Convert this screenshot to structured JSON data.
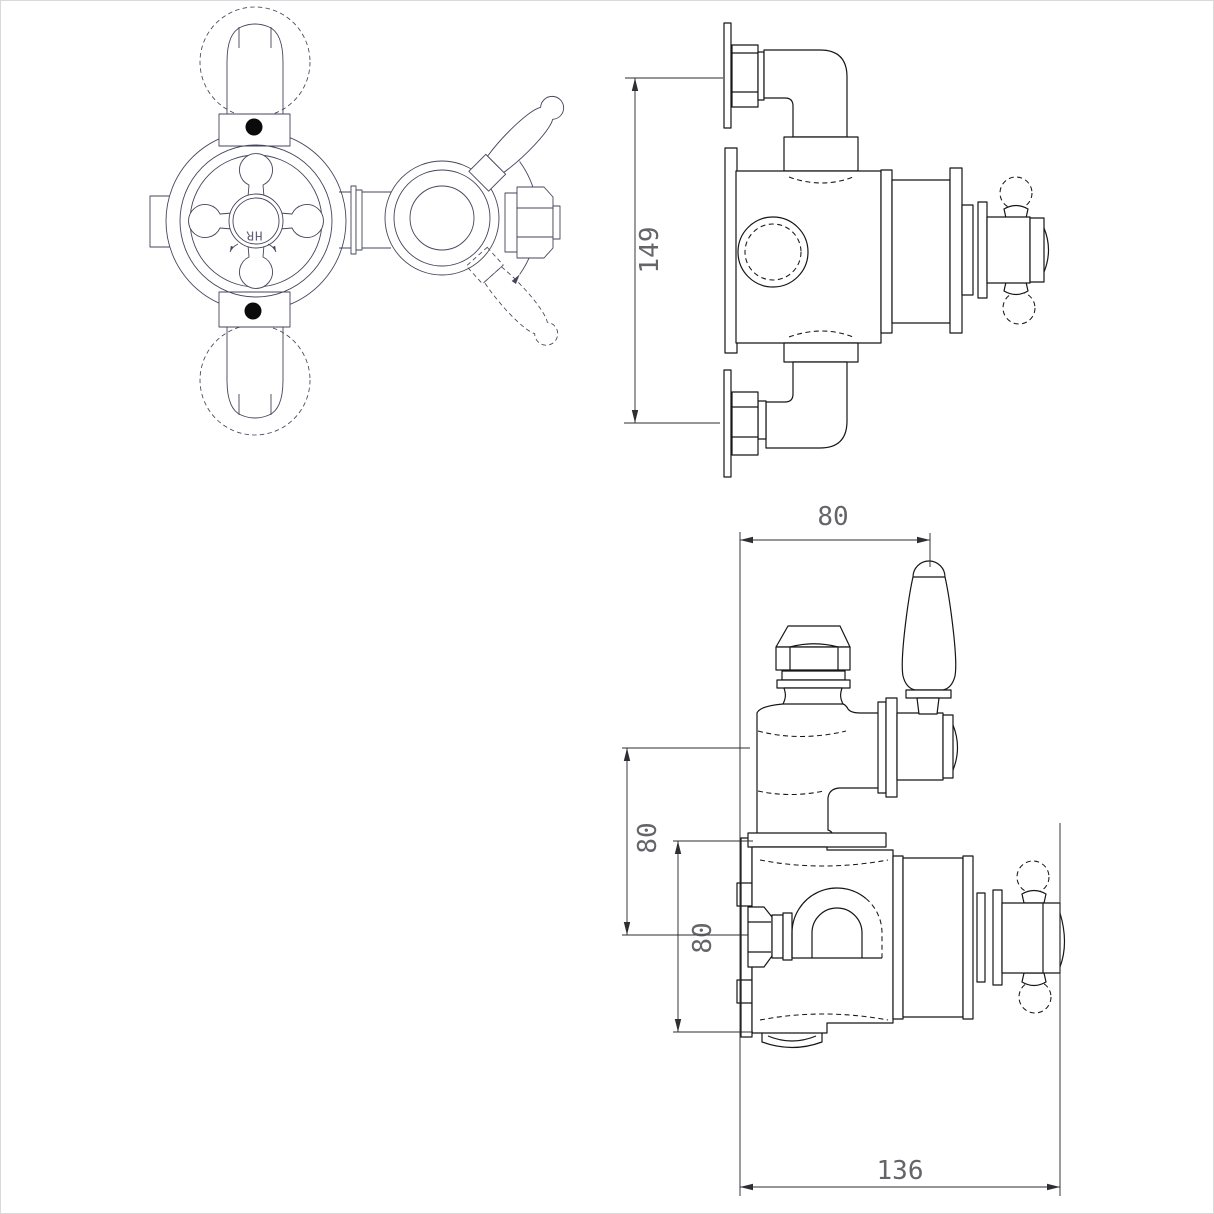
{
  "drawing": {
    "background": "#ffffff",
    "outline_color": "#161616",
    "plan_line_color": "#45455c",
    "dimension_text_color": "#4f4f55",
    "handle_mark": "HR",
    "dimensions": {
      "side_height": "149",
      "front_top_width": "80",
      "front_outer_height": "80",
      "front_inner_height": "80",
      "front_bottom_width": "136"
    }
  }
}
